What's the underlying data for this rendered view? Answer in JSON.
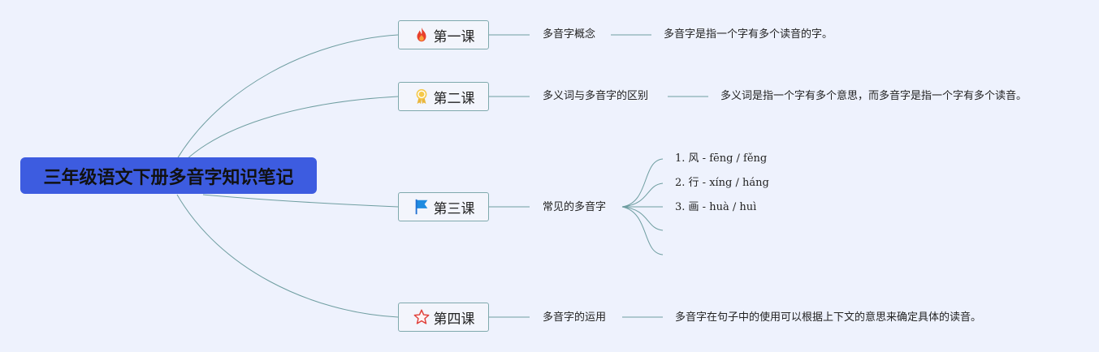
{
  "root": {
    "title": "三年级语文下册多音字知识笔记"
  },
  "lessons": [
    {
      "label": "第一课",
      "icon": "fire-icon",
      "topic": "多音字概念",
      "detail": "多音字是指一个字有多个读音的字。"
    },
    {
      "label": "第二课",
      "icon": "medal-icon",
      "topic": "多义词与多音字的区别",
      "detail": "多义词是指一个字有多个意思，而多音字是指一个字有多个读音。"
    },
    {
      "label": "第三课",
      "icon": "flag-icon",
      "topic": "常见的多音字",
      "examples": [
        "1. 风 - fēng / fěng",
        "2. 行 - xíng / háng",
        "3. 画 - huà / huì"
      ]
    },
    {
      "label": "第四课",
      "icon": "star-icon",
      "topic": "多音字的运用",
      "detail": "多音字在句子中的使用可以根据上下文的意思来确定具体的读音。"
    }
  ],
  "colors": {
    "root_bg": "#3d5ce0",
    "line": "#6f9ea1",
    "node_border": "#7fa9ad",
    "background": "#eef2fd"
  }
}
